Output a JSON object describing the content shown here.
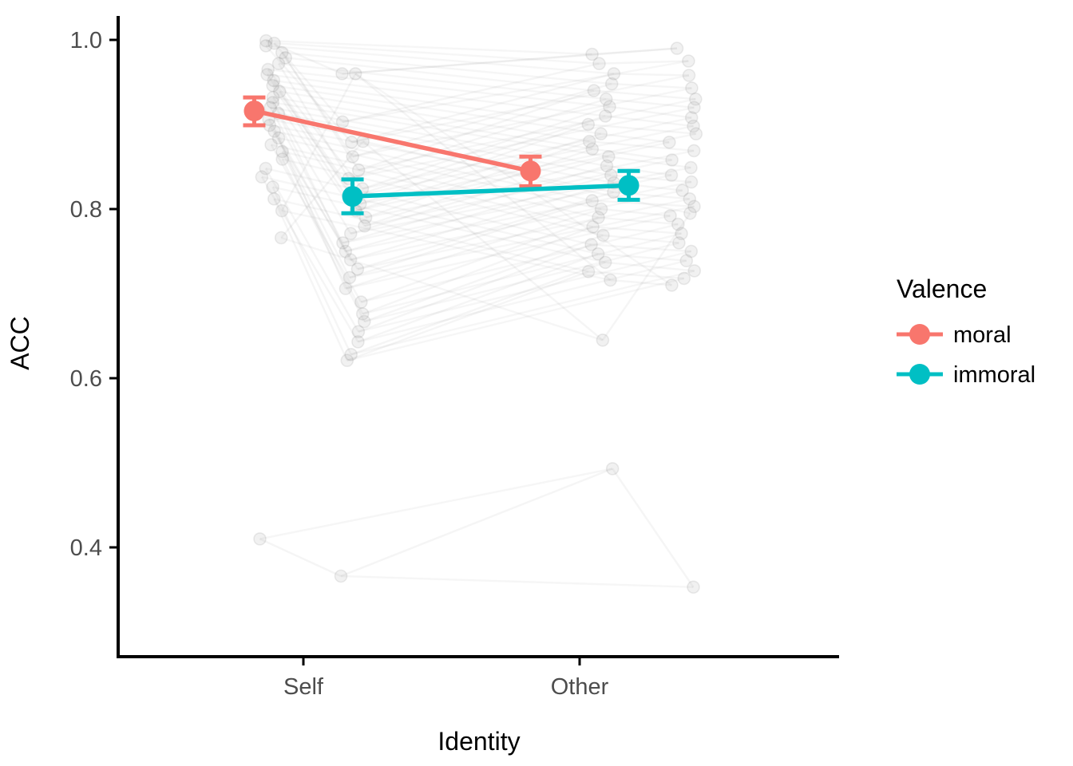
{
  "chart_data": {
    "type": "line",
    "title": "",
    "xlabel": "Identity",
    "ylabel": "ACC",
    "categories": [
      "Self",
      "Other"
    ],
    "x_tick_labels": [
      "Self",
      "Other"
    ],
    "y_tick_labels": [
      "0.4",
      "0.6",
      "0.8",
      "1.0"
    ],
    "y_tick_values": [
      0.4,
      0.6,
      0.8,
      1.0
    ],
    "ylim": [
      0.33,
      1.02
    ],
    "grid": false,
    "legend_position": "right",
    "legend_title": "Valence",
    "series": [
      {
        "name": "moral",
        "color": "#F8766D",
        "values": [
          0.916,
          0.845
        ],
        "err_low": [
          0.899,
          0.827
        ],
        "err_high": [
          0.932,
          0.862
        ],
        "x_positions": [
          0.915,
          1.915
        ]
      },
      {
        "name": "immoral",
        "color": "#00BFC4",
        "values": [
          0.815,
          0.828
        ],
        "err_low": [
          0.795,
          0.811
        ],
        "err_high": [
          0.835,
          0.845
        ],
        "x_positions": [
          1.085,
          2.085
        ]
      }
    ],
    "individual_points_note": "Jittered per-subject accuracy points connected across conditions, drawn in light grey",
    "subjects": [
      {
        "self_moral": 0.999,
        "self_immoral": 0.96,
        "other_moral": 0.983,
        "other_immoral": 0.99
      },
      {
        "self_moral": 0.996,
        "self_immoral": 0.903,
        "other_moral": 0.972,
        "other_immoral": 0.975
      },
      {
        "self_moral": 0.993,
        "self_immoral": 0.879,
        "other_moral": 0.96,
        "other_immoral": 0.958
      },
      {
        "self_moral": 0.985,
        "self_immoral": 0.862,
        "other_moral": 0.948,
        "other_immoral": 0.943
      },
      {
        "self_moral": 0.979,
        "self_immoral": 0.846,
        "other_moral": 0.94,
        "other_immoral": 0.93
      },
      {
        "self_moral": 0.972,
        "self_immoral": 0.836,
        "other_moral": 0.93,
        "other_immoral": 0.92
      },
      {
        "self_moral": 0.965,
        "self_immoral": 0.824,
        "other_moral": 0.921,
        "other_immoral": 0.908
      },
      {
        "self_moral": 0.959,
        "self_immoral": 0.815,
        "other_moral": 0.91,
        "other_immoral": 0.898
      },
      {
        "self_moral": 0.952,
        "self_immoral": 0.806,
        "other_moral": 0.9,
        "other_immoral": 0.889
      },
      {
        "self_moral": 0.946,
        "self_immoral": 0.798,
        "other_moral": 0.889,
        "other_immoral": 0.879
      },
      {
        "self_moral": 0.939,
        "self_immoral": 0.79,
        "other_moral": 0.88,
        "other_immoral": 0.869
      },
      {
        "self_moral": 0.932,
        "self_immoral": 0.78,
        "other_moral": 0.871,
        "other_immoral": 0.858
      },
      {
        "self_moral": 0.926,
        "self_immoral": 0.771,
        "other_moral": 0.862,
        "other_immoral": 0.849
      },
      {
        "self_moral": 0.92,
        "self_immoral": 0.76,
        "other_moral": 0.851,
        "other_immoral": 0.84
      },
      {
        "self_moral": 0.913,
        "self_immoral": 0.75,
        "other_moral": 0.84,
        "other_immoral": 0.832
      },
      {
        "self_moral": 0.906,
        "self_immoral": 0.74,
        "other_moral": 0.831,
        "other_immoral": 0.822
      },
      {
        "self_moral": 0.899,
        "self_immoral": 0.729,
        "other_moral": 0.82,
        "other_immoral": 0.812
      },
      {
        "self_moral": 0.892,
        "self_immoral": 0.719,
        "other_moral": 0.81,
        "other_immoral": 0.803
      },
      {
        "self_moral": 0.884,
        "self_immoral": 0.706,
        "other_moral": 0.8,
        "other_immoral": 0.792
      },
      {
        "self_moral": 0.876,
        "self_immoral": 0.69,
        "other_moral": 0.79,
        "other_immoral": 0.782
      },
      {
        "self_moral": 0.868,
        "self_immoral": 0.676,
        "other_moral": 0.779,
        "other_immoral": 0.771
      },
      {
        "self_moral": 0.859,
        "self_immoral": 0.667,
        "other_moral": 0.769,
        "other_immoral": 0.76
      },
      {
        "self_moral": 0.848,
        "self_immoral": 0.655,
        "other_moral": 0.758,
        "other_immoral": 0.75
      },
      {
        "self_moral": 0.838,
        "self_immoral": 0.643,
        "other_moral": 0.747,
        "other_immoral": 0.739
      },
      {
        "self_moral": 0.826,
        "self_immoral": 0.628,
        "other_moral": 0.737,
        "other_immoral": 0.727
      },
      {
        "self_moral": 0.812,
        "self_immoral": 0.621,
        "other_moral": 0.726,
        "other_immoral": 0.718
      },
      {
        "self_moral": 0.798,
        "self_immoral": 0.96,
        "other_moral": 0.716,
        "other_immoral": 0.71
      },
      {
        "self_moral": 0.766,
        "self_immoral": 0.88,
        "other_moral": 0.645,
        "other_immoral": 0.795
      },
      {
        "self_moral": 0.41,
        "self_immoral": 0.366,
        "other_moral": 0.493,
        "other_immoral": 0.353
      }
    ]
  },
  "axes": {
    "y_title": "ACC",
    "x_title": "Identity"
  },
  "legend": {
    "title": "Valence",
    "items": [
      {
        "label": "moral",
        "color": "#F8766D"
      },
      {
        "label": "immoral",
        "color": "#00BFC4"
      }
    ]
  }
}
